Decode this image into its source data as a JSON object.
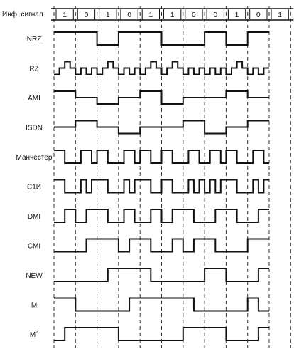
{
  "diagram": {
    "bits": [
      "1",
      "0",
      "1",
      "0",
      "1",
      "1",
      "0",
      "0",
      "1",
      "0",
      "1"
    ],
    "info_label": "Инф. сигнал",
    "signals": [
      {
        "key": "nrz",
        "label": "NRZ",
        "sup": "",
        "levels": [
          1,
          1,
          1,
          1,
          1,
          1,
          1,
          1,
          0,
          0,
          0,
          0,
          1,
          1,
          1,
          1,
          1,
          1,
          1,
          1,
          0,
          0,
          0,
          0,
          0,
          0,
          0,
          0,
          1,
          1,
          1,
          1,
          0,
          0,
          0,
          0,
          1,
          1,
          1,
          1
        ]
      },
      {
        "key": "rz",
        "label": "RZ",
        "sup": "",
        "levels": [
          0,
          1,
          2,
          1,
          0,
          1,
          0,
          1,
          0,
          1,
          2,
          1,
          0,
          1,
          0,
          1,
          0,
          1,
          2,
          1,
          0,
          1,
          2,
          1,
          0,
          1,
          0,
          1,
          0,
          1,
          0,
          1,
          0,
          1,
          2,
          1,
          0,
          1,
          0,
          1
        ]
      },
      {
        "key": "ami",
        "label": "AMI",
        "sup": "",
        "levels": [
          2,
          2,
          2,
          2,
          1,
          1,
          1,
          1,
          0,
          0,
          0,
          0,
          1,
          1,
          1,
          1,
          2,
          2,
          2,
          2,
          0,
          0,
          0,
          0,
          1,
          1,
          1,
          1,
          1,
          1,
          1,
          1,
          2,
          2,
          2,
          2,
          1,
          1,
          1,
          1
        ]
      },
      {
        "key": "isdn",
        "label": "ISDN",
        "sup": "",
        "levels": [
          1,
          1,
          1,
          1,
          2,
          2,
          2,
          2,
          1,
          1,
          1,
          1,
          0,
          0,
          0,
          0,
          1,
          1,
          1,
          1,
          1,
          1,
          1,
          1,
          2,
          2,
          2,
          2,
          0,
          0,
          0,
          0,
          1,
          1,
          1,
          1,
          2,
          2,
          2,
          2
        ]
      },
      {
        "key": "manchester",
        "label": "Манчестер",
        "sup": "",
        "levels": [
          1,
          1,
          0,
          0,
          0,
          1,
          1,
          0,
          1,
          1,
          0,
          0,
          0,
          1,
          1,
          0,
          1,
          1,
          0,
          0,
          1,
          1,
          0,
          0,
          0,
          1,
          1,
          0,
          0,
          1,
          1,
          0,
          1,
          1,
          0,
          0,
          0,
          1,
          1,
          0
        ]
      },
      {
        "key": "c1i",
        "label": "C1И",
        "sup": "",
        "levels": [
          1,
          1,
          0,
          0,
          0,
          1,
          0,
          1,
          1,
          1,
          0,
          0,
          0,
          1,
          0,
          1,
          1,
          1,
          0,
          0,
          1,
          1,
          0,
          0,
          0,
          1,
          0,
          1,
          0,
          1,
          0,
          1,
          1,
          1,
          0,
          0,
          0,
          1,
          0,
          1
        ]
      },
      {
        "key": "dmi",
        "label": "DMI",
        "sup": "",
        "levels": [
          0,
          0,
          1,
          1,
          0,
          0,
          1,
          1,
          1,
          1,
          0,
          0,
          0,
          1,
          1,
          0,
          0,
          0,
          1,
          1,
          0,
          0,
          1,
          1,
          1,
          1,
          0,
          0,
          0,
          0,
          1,
          1,
          1,
          1,
          0,
          0,
          0,
          0,
          1,
          1
        ]
      },
      {
        "key": "cmi",
        "label": "CMI",
        "sup": "",
        "levels": [
          0,
          0,
          0,
          0,
          0,
          0,
          1,
          1,
          1,
          1,
          1,
          1,
          0,
          0,
          1,
          1,
          1,
          1,
          0,
          0,
          0,
          0,
          1,
          1,
          0,
          0,
          1,
          1,
          1,
          1,
          0,
          0,
          0,
          0,
          0,
          0,
          1,
          1,
          1,
          1
        ]
      },
      {
        "key": "new",
        "label": "NEW",
        "sup": "",
        "levels": [
          0,
          0,
          0,
          0,
          0,
          0,
          0,
          0,
          0,
          0,
          1,
          1,
          1,
          1,
          1,
          1,
          1,
          1,
          0,
          0,
          0,
          0,
          0,
          0,
          0,
          0,
          0,
          0,
          1,
          1,
          1,
          1,
          0,
          0,
          0,
          0,
          0,
          0,
          1,
          1
        ]
      },
      {
        "key": "m",
        "label": "M",
        "sup": "",
        "levels": [
          1,
          1,
          1,
          1,
          0,
          0,
          0,
          0,
          0,
          0,
          0,
          0,
          0,
          0,
          1,
          1,
          1,
          1,
          1,
          1,
          1,
          1,
          1,
          1,
          1,
          1,
          0,
          0,
          0,
          0,
          0,
          0,
          0,
          0,
          0,
          0,
          1,
          1,
          0,
          0
        ]
      },
      {
        "key": "m2",
        "label": "M",
        "sup": "2",
        "levels": [
          0,
          0,
          1,
          1,
          1,
          1,
          1,
          1,
          1,
          1,
          1,
          1,
          0,
          0,
          0,
          0,
          0,
          0,
          0,
          0,
          0,
          0,
          0,
          0,
          1,
          1,
          1,
          1,
          1,
          1,
          1,
          1,
          0,
          0,
          0,
          0,
          0,
          0,
          1,
          1
        ]
      }
    ]
  }
}
